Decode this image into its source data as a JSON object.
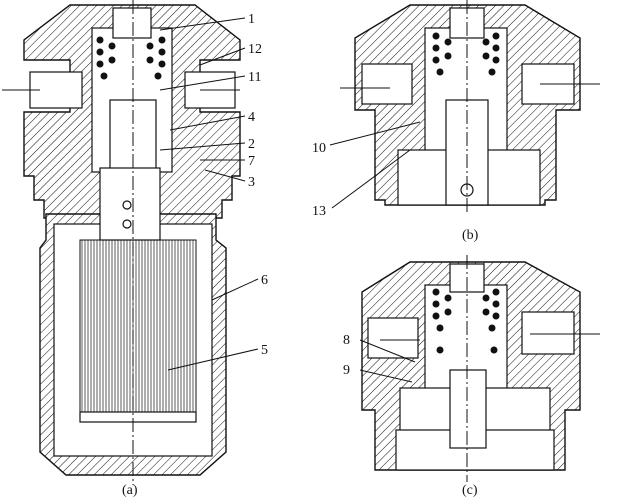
{
  "figure": {
    "views": [
      {
        "caption": "(a)",
        "labels": [
          "1",
          "12",
          "11",
          "4",
          "2",
          "7",
          "3",
          "6",
          "5"
        ]
      },
      {
        "caption": "(b)",
        "labels": [
          "10",
          "13"
        ]
      },
      {
        "caption": "(c)",
        "labels": [
          "8",
          "9"
        ]
      }
    ]
  },
  "colors": {
    "line": "#111111",
    "background": "#ffffff"
  }
}
